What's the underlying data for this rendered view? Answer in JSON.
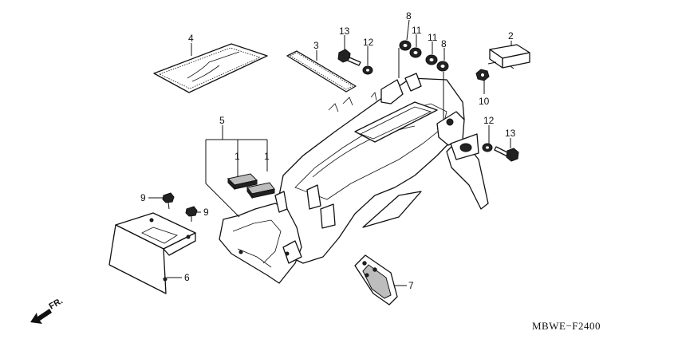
{
  "diagram": {
    "code": "MBWE−F2400",
    "direction_label": "FR.",
    "callouts": {
      "p1a": "1",
      "p1b": "1",
      "p2": "2",
      "p3": "3",
      "p4": "4",
      "p5": "5",
      "p6": "6",
      "p7": "7",
      "p8a": "8",
      "p8b": "8",
      "p9a": "9",
      "p9b": "9",
      "p10": "10",
      "p11a": "11",
      "p11b": "11",
      "p12a": "12",
      "p12b": "12",
      "p13a": "13",
      "p13b": "13"
    }
  }
}
